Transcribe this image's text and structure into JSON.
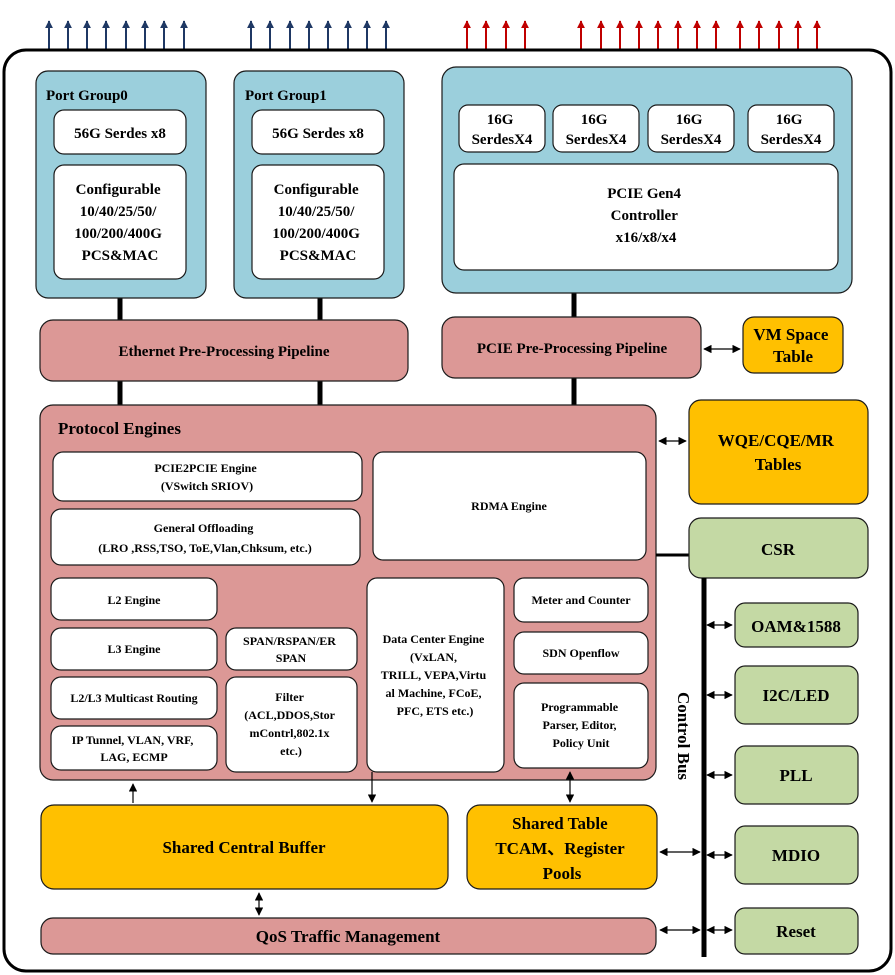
{
  "colors": {
    "blue": "#9bcfdc",
    "pink": "#dc9896",
    "orange": "#ffc000",
    "green": "#c4d9a4",
    "navy_arrow": "#1f3864",
    "red_arrow": "#c00000"
  },
  "port_group0": {
    "title": "Port Group0",
    "serdes": "56G Serdes x8",
    "pcs": [
      "Configurable",
      "10/40/25/50/",
      "100/200/400G",
      "PCS&MAC"
    ]
  },
  "port_group1": {
    "title": "Port Group1",
    "serdes": "56G Serdes x8",
    "pcs": [
      "Configurable",
      "10/40/25/50/",
      "100/200/400G",
      "PCS&MAC"
    ]
  },
  "pcie_block": {
    "serdes": [
      [
        "16G",
        "SerdesX4"
      ],
      [
        "16G",
        "SerdesX4"
      ],
      [
        "16G",
        "SerdesX4"
      ],
      [
        "16G",
        "SerdesX4"
      ]
    ],
    "controller": [
      "PCIE Gen4",
      "Controller",
      "x16/x8/x4"
    ]
  },
  "eth_pipeline": "Ethernet Pre-Processing Pipeline",
  "pcie_pipeline": "PCIE Pre-Processing Pipeline",
  "vm_table": [
    "VM Space",
    "Table"
  ],
  "wqe_tables": [
    "WQE/CQE/MR",
    "Tables"
  ],
  "csr": "CSR",
  "protocol_engines": {
    "title": "Protocol Engines",
    "pcie2pcie": [
      "PCIE2PCIE Engine",
      "(VSwitch SRIOV)"
    ],
    "rdma": "RDMA Engine",
    "offloading": [
      "General Offloading",
      "(LRO ,RSS,TSO, ToE,Vlan,Chksum, etc.)"
    ],
    "l2": "L2 Engine",
    "l3": "L3 Engine",
    "multicast": "L2/L3 Multicast Routing",
    "tunnel": [
      "IP Tunnel, VLAN, VRF,",
      "LAG, ECMP"
    ],
    "span": [
      "SPAN/RSPAN/ER",
      "SPAN"
    ],
    "filter": [
      "Filter",
      "(ACL,DDOS,Stor",
      "mContrl,802.1x",
      "etc.)"
    ],
    "dce": [
      "Data Center Engine",
      "(VxLAN,",
      "TRILL, VEPA,Virtu",
      "al Machine, FCoE,",
      "PFC, ETS etc.)"
    ],
    "meter": "Meter and Counter",
    "sdn": "SDN Openflow",
    "parser": [
      "Programmable",
      "Parser, Editor,",
      "Policy Unit"
    ]
  },
  "shared_buffer": "Shared Central Buffer",
  "shared_table": [
    "Shared Table",
    "TCAM、Register",
    "Pools"
  ],
  "qos": "QoS Traffic Management",
  "control_bus": "Control Bus",
  "peripherals": [
    "OAM&1588",
    "I2C/LED",
    "PLL",
    "MDIO",
    "Reset"
  ]
}
